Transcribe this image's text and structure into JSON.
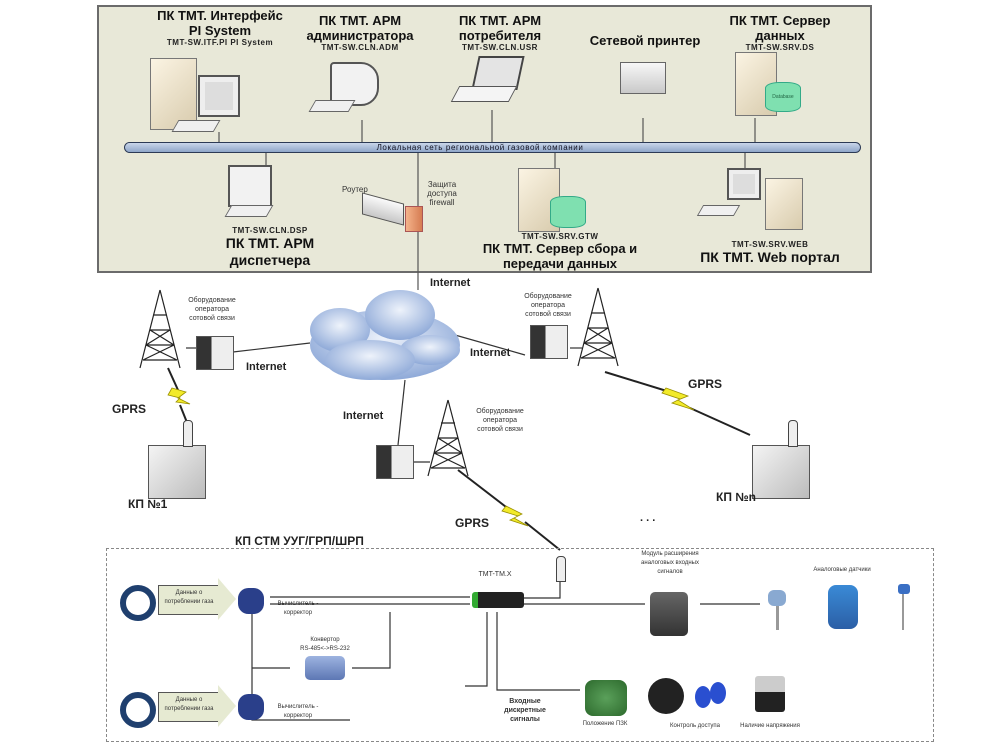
{
  "lan": {
    "bus_label": "Локальная сеть региональной газовой компании",
    "nodes": [
      {
        "title_l1": "ПК ТМТ. Интерфейс",
        "title_l2": "PI System",
        "code": "TMT-SW.ITF.PI PI System",
        "icon": "desktop-pc-icon"
      },
      {
        "title_l1": "ПК ТМТ. АРМ",
        "title_l2": "администратора",
        "code": "TMT-SW.CLN.ADM",
        "icon": "workstation-icon"
      },
      {
        "title_l1": "ПК ТМТ. АРМ",
        "title_l2": "потребителя",
        "code": "TMT-SW.CLN.USR",
        "icon": "laptop-icon"
      },
      {
        "title_l1": "Сетевой принтер",
        "icon": "printer-icon"
      },
      {
        "title_l1": "ПК ТМТ. Сервер",
        "title_l2": "данных",
        "code": "TMT-SW.SRV.DS",
        "icon": "database-server-icon",
        "db_label": "Database"
      },
      {
        "title_l1": "ПК ТМТ. АРМ",
        "title_l2": "диспетчера",
        "code": "TMT-SW.CLN.DSP",
        "icon": "desktop-icon"
      },
      {
        "title_l1": "Роутер",
        "icon": "router-icon"
      },
      {
        "title_l1": "Защита",
        "title_l2": "доступа",
        "title_l3": "firewall",
        "icon": "firewall-icon"
      },
      {
        "title_l1": "ПК ТМТ. Сервер сбора и",
        "title_l2": "передачи данных",
        "code": "TMT-SW.SRV.GTW",
        "icon": "gateway-server-icon"
      },
      {
        "title_l1": "ПК ТМТ. Web портал",
        "code": "TMT-SW.SRV.WEB",
        "icon": "web-server-icon"
      }
    ]
  },
  "wan": {
    "internet_labels": [
      "Internet",
      "Internet",
      "Internet",
      "Internet"
    ],
    "gprs_labels": [
      "GPRS",
      "GPRS",
      "GPRS"
    ],
    "operator_label": "Оборудование оператора сотовой связи",
    "kp1": "КП №1",
    "kpn": "КП №n",
    "ellipsis": ". . ."
  },
  "kp": {
    "title": "КП СТМ УУГ/ГРП/ШРП",
    "gas_data": "Данные о потреблении газа",
    "corrector": "Вычислитель - корректор",
    "converter_l1": "Конвертор",
    "converter_l2": "RS-485<->RS-232",
    "controller": "TMT-TM.X",
    "analog_module": "Модуль расширения аналоговых входных сигналов",
    "analog_sensors": "Аналоговые датчики",
    "discrete_inputs": "Входные дискретные сигналы",
    "valve": "Положение ПЗК",
    "access": "Контроль доступа",
    "voltage": "Наличие напряжения"
  }
}
